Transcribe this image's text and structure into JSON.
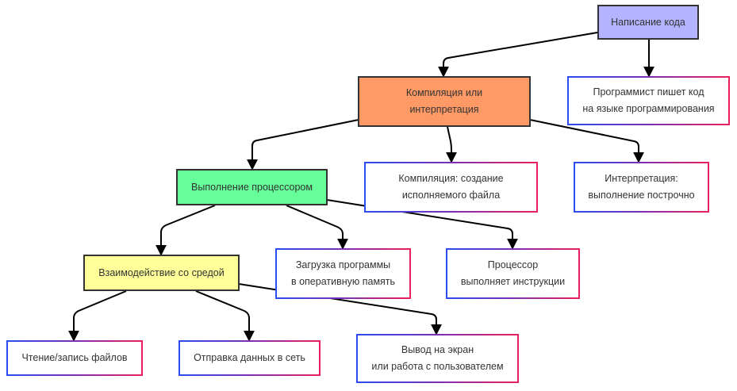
{
  "colors": {
    "coding": "#b3b3ff",
    "compile": "#ff9966",
    "execution": "#66ff99",
    "interaction": "#ffff99",
    "edge": "#000000",
    "leaf_border_start": "#2b4cf2",
    "leaf_border_end": "#ec1f5c"
  },
  "nodes": {
    "coding": "Написание кода",
    "coding_desc": "Программист пишет код\nна языке программирования",
    "compile": "Компиляция или\nинтерпретация",
    "compile_desc": "Компиляция: создание\nисполняемого файла",
    "interpret_desc": "Интерпретация:\nвыполнение построчно",
    "execution": "Выполнение процессором",
    "load_desc": "Загрузка программы\nв оперативную память",
    "cpu_desc": "Процессор\nвыполняет инструкции",
    "interaction": "Взаимодействие со средой",
    "files": "Чтение/запись файлов",
    "network": "Отправка данных в сеть",
    "output": "Вывод на экран\nили работа с пользователем"
  }
}
